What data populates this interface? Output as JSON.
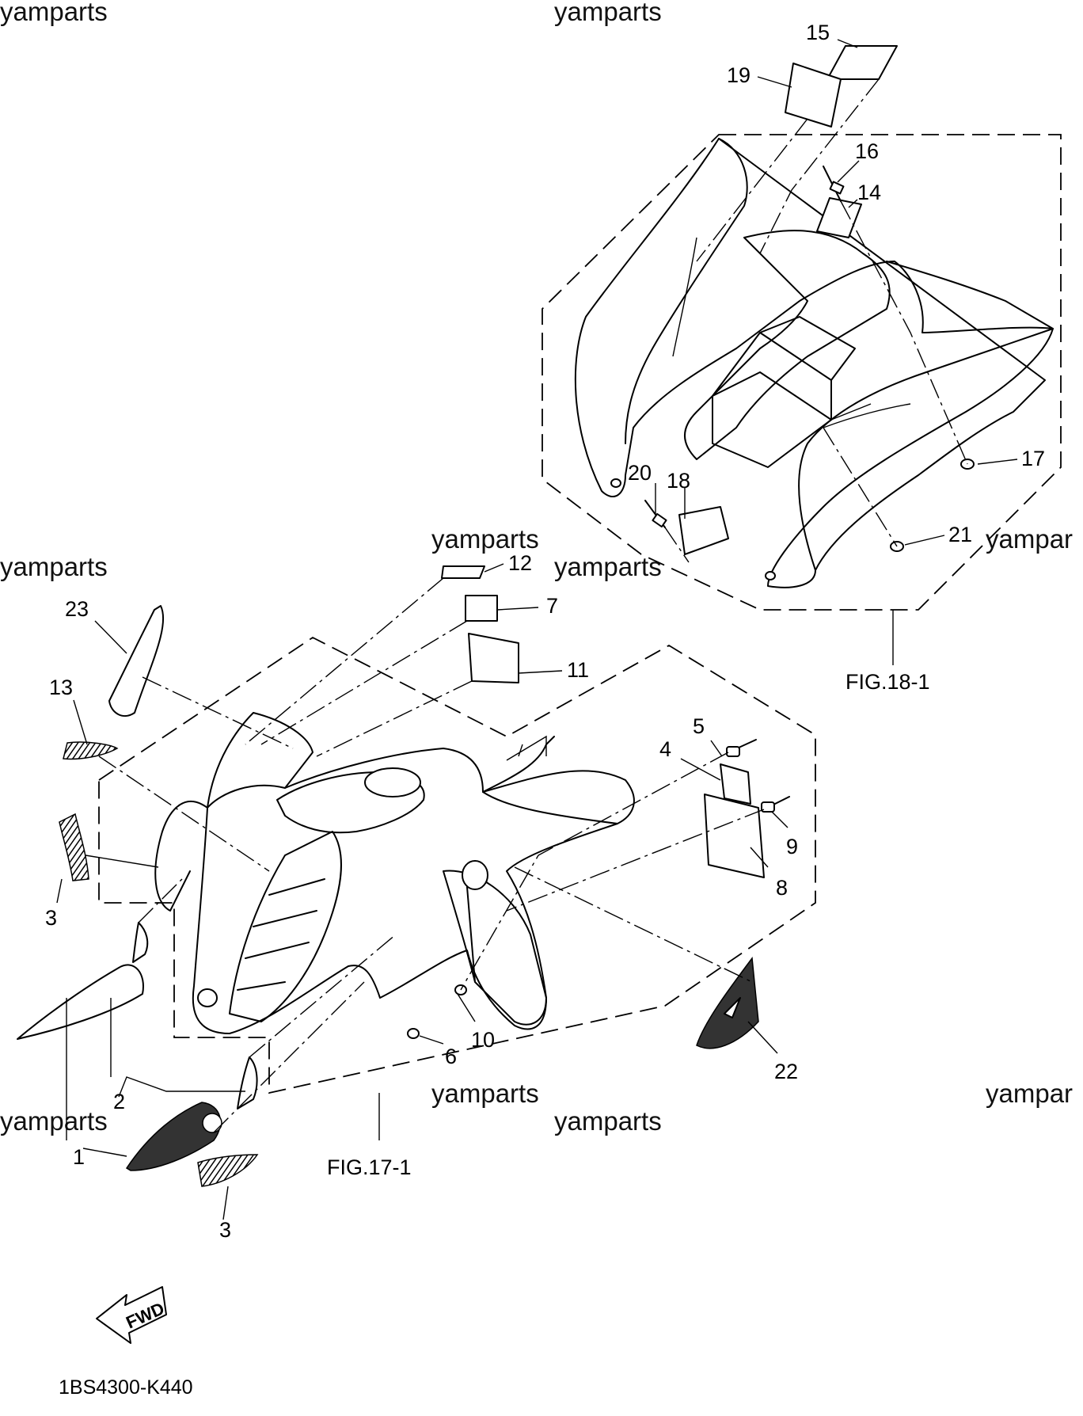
{
  "watermarks": [
    "yamparts",
    "yamparts",
    "yamparts",
    "yamparts",
    "yamparts",
    "yamparts",
    "yamparts",
    "yamparts",
    "yampar",
    "yampar"
  ],
  "callouts": [
    "15",
    "19",
    "16",
    "14",
    "17",
    "20",
    "18",
    "21",
    "12",
    "7",
    "23",
    "11",
    "13",
    "5",
    "4",
    "9",
    "3",
    "8",
    "2",
    "10",
    "6",
    "22",
    "1",
    "3"
  ],
  "figure_labels": {
    "rear": "FIG.18-1",
    "front": "FIG.17-1"
  },
  "fwd_label": "FWD",
  "part_code": "1BS4300-K440"
}
